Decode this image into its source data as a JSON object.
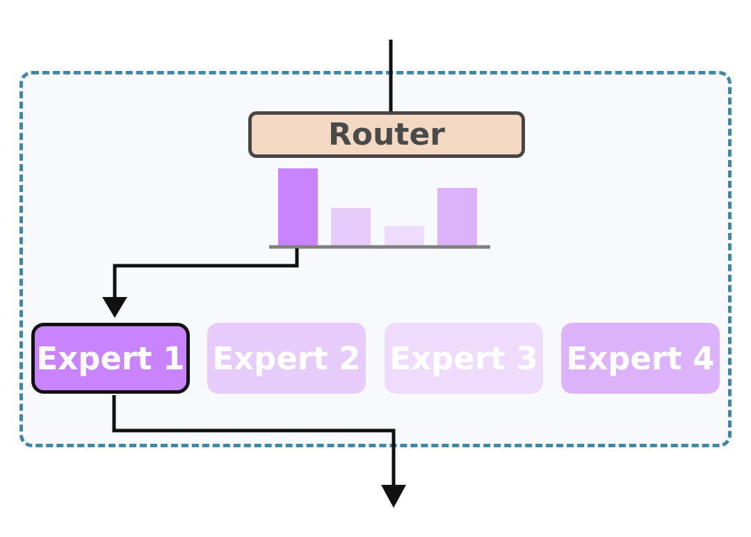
{
  "router": {
    "label": "Router"
  },
  "experts": [
    {
      "label": "Expert 1",
      "selected": true,
      "color": "#c983fc"
    },
    {
      "label": "Expert 2",
      "selected": false,
      "color": "#e7ccfb"
    },
    {
      "label": "Expert 3",
      "selected": false,
      "color": "#efdcfc"
    },
    {
      "label": "Expert 4",
      "selected": false,
      "color": "#dcb3fb"
    }
  ],
  "gate_weights": [
    1.0,
    0.49,
    0.26,
    0.75
  ],
  "colors": {
    "frame_border": "#3f87a6",
    "router_fill": "#f3d8c4",
    "arrow": "#111111",
    "bar_baseline": "#808080"
  }
}
